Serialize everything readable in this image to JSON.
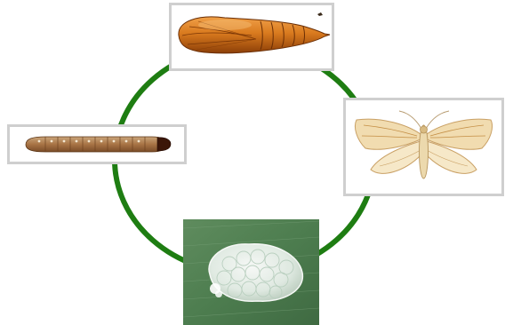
{
  "diagram": {
    "type": "life-cycle",
    "ring_color": "#1e7d12",
    "frame_color": "#cfcfcf",
    "stages": [
      {
        "id": "pupa",
        "icon": "pupa-illustration"
      },
      {
        "id": "adult-moth",
        "icon": "moth-illustration"
      },
      {
        "id": "eggs",
        "icon": "egg-mass-photo"
      },
      {
        "id": "larva",
        "icon": "caterpillar-illustration"
      }
    ]
  }
}
